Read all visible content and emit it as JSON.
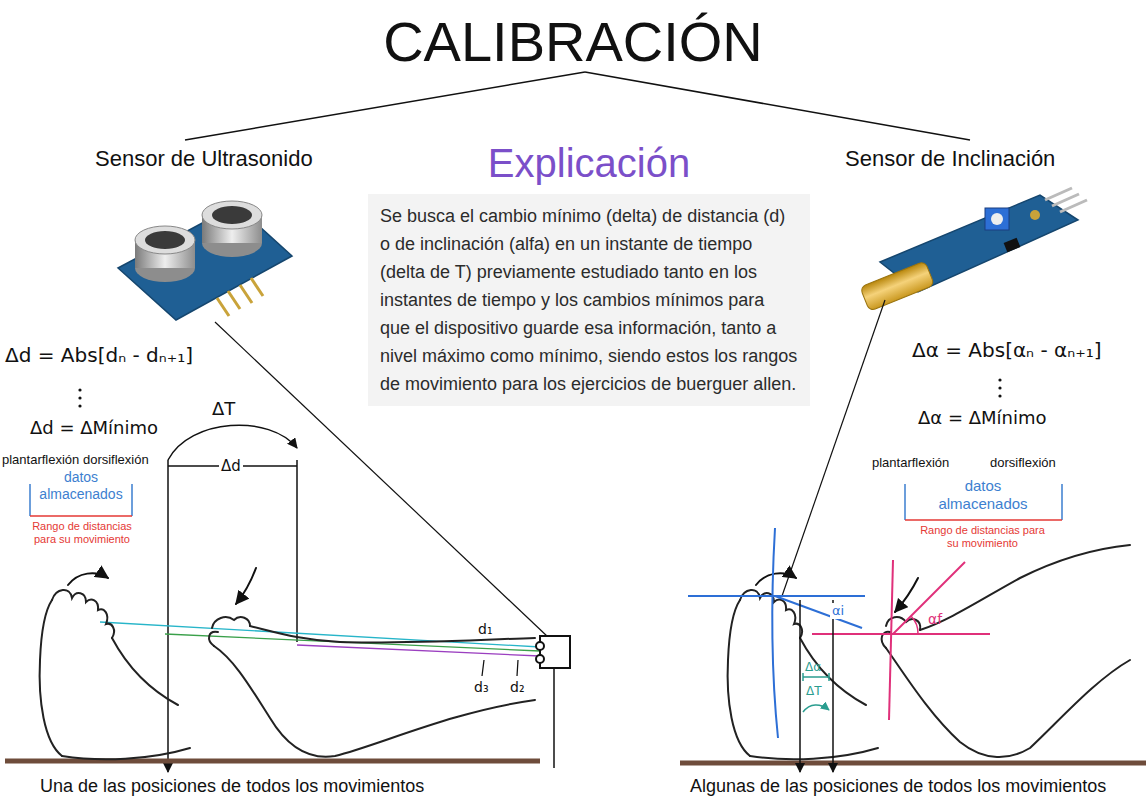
{
  "diagram": {
    "title": "CALIBRACIÓN",
    "nodes": [
      {
        "text": [
          "Explicación",
          "Se busca el cambio mínimo (delta) de distancia (d) o de inclinación (alfa) en un instante de tiempo (delta de T) previamente estudiado tanto en los instantes de tiempo y los cambios mínimos para que el dispositivo guarde esa información, tanto a nivel máximo como mínimo, siendo estos los rangos de movimiento para los ejercicios de buerguer allen."
        ]
      }
    ],
    "labels": [
      "Sensor de Ultrasonido",
      "Sensor de Inclinación",
      "Δd = Abs[dₙ - dₙ₊₁]",
      "Δd = ΔMínimo",
      "ΔT",
      "plantarflexión dorsiflexión",
      "Δd",
      "datos almacenados",
      "Rango de distancias para su movimiento",
      "d₁",
      "d₃",
      "d₂",
      "Una de las posiciones de todos los movimientos",
      "Δα = Abs[αₙ - αₙ₊₁]",
      "Δα = ΔMínimo",
      "plantarflexión",
      "dorsiflexión",
      "datos almacenados",
      "Rango de distancias para su movimiento",
      "αi",
      "αf",
      "Δα",
      "ΔT",
      "Algunas de las posiciones de todos los movimientos"
    ]
  }
}
